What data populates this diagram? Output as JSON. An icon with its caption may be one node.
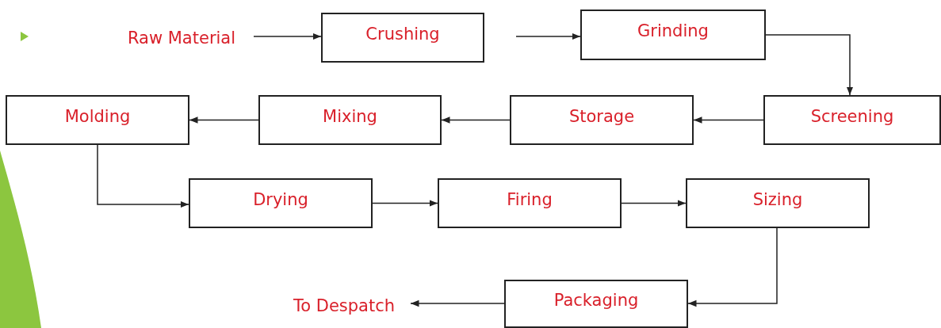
{
  "diagram": {
    "nodes": [
      {
        "text": [
          "Raw Material"
        ]
      },
      {
        "text": [
          "Crushing"
        ]
      },
      {
        "text": [
          "Grinding"
        ]
      },
      {
        "text": [
          "Screening"
        ]
      },
      {
        "text": [
          "Storage"
        ]
      },
      {
        "text": [
          "Mixing"
        ]
      },
      {
        "text": [
          "Molding"
        ]
      },
      {
        "text": [
          "Drying"
        ]
      },
      {
        "text": [
          "Firing"
        ]
      },
      {
        "text": [
          "Sizing"
        ]
      },
      {
        "text": [
          "Packaging"
        ]
      },
      {
        "text": [
          "To Despatch"
        ]
      }
    ],
    "edges": [
      {
        "from": 0,
        "to": 1,
        "arrow": "to"
      },
      {
        "from": 1,
        "to": 2,
        "arrow": "to"
      },
      {
        "from": 2,
        "to": 3,
        "arrow": "to"
      },
      {
        "from": 3,
        "to": 4,
        "arrow": "to"
      },
      {
        "from": 4,
        "to": 5,
        "arrow": "to"
      },
      {
        "from": 5,
        "to": 6,
        "arrow": "to"
      },
      {
        "from": 6,
        "to": 7,
        "arrow": "to"
      },
      {
        "from": 7,
        "to": 8,
        "arrow": "to"
      },
      {
        "from": 8,
        "to": 9,
        "arrow": "to"
      },
      {
        "from": 9,
        "to": 10,
        "arrow": "to"
      },
      {
        "from": 10,
        "to": 11,
        "arrow": "to"
      }
    ]
  }
}
